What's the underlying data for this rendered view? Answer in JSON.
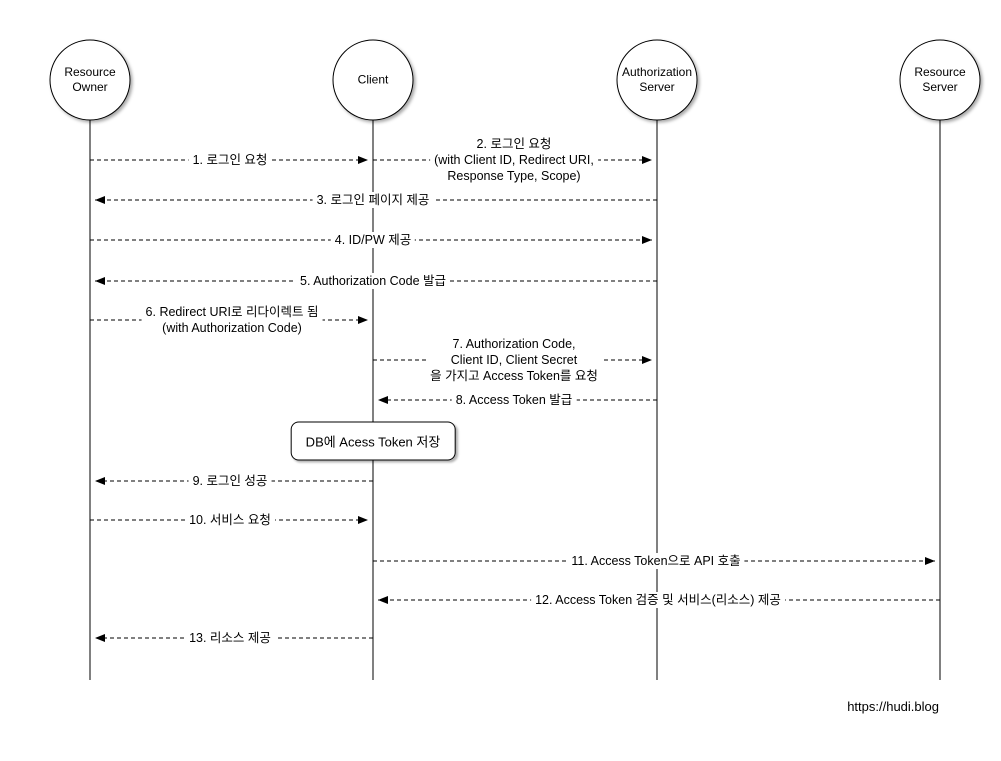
{
  "actors": [
    {
      "label": "Resource Owner"
    },
    {
      "label": "Client"
    },
    {
      "label": "Authorization Server"
    },
    {
      "label": "Resource Server"
    }
  ],
  "messages": [
    {
      "from": "Resource Owner",
      "to": "Client",
      "lines": [
        "1. 로그인 요청"
      ]
    },
    {
      "from": "Client",
      "to": "Authorization Server",
      "lines": [
        "2. 로그인 요청",
        "(with Client ID, Redirect URI,",
        "Response Type, Scope)"
      ]
    },
    {
      "from": "Authorization Server",
      "to": "Resource Owner",
      "lines": [
        "3. 로그인 페이지 제공"
      ]
    },
    {
      "from": "Resource Owner",
      "to": "Authorization Server",
      "lines": [
        "4. ID/PW 제공"
      ]
    },
    {
      "from": "Authorization Server",
      "to": "Resource Owner",
      "lines": [
        "5. Authorization Code 발급"
      ]
    },
    {
      "from": "Resource Owner",
      "to": "Client",
      "lines": [
        "6. Redirect URI로 리다이렉트 됨",
        "(with Authorization Code)"
      ]
    },
    {
      "from": "Client",
      "to": "Authorization Server",
      "lines": [
        "7. Authorization Code,",
        "Client ID, Client Secret",
        "을 가지고 Access Token를 요청"
      ]
    },
    {
      "from": "Authorization Server",
      "to": "Client",
      "lines": [
        "8. Access Token 발급"
      ]
    },
    {
      "from": "Client",
      "to": "Resource Owner",
      "lines": [
        "9. 로그인 성공"
      ]
    },
    {
      "from": "Resource Owner",
      "to": "Client",
      "lines": [
        "10. 서비스 요청"
      ]
    },
    {
      "from": "Client",
      "to": "Resource Server",
      "lines": [
        "11. Access Token으로 API 호출"
      ]
    },
    {
      "from": "Resource Server",
      "to": "Client",
      "lines": [
        "12. Access Token 검증 및 서비스(리소스) 제공"
      ]
    },
    {
      "from": "Client",
      "to": "Resource Owner",
      "lines": [
        "13. 리소스 제공"
      ]
    }
  ],
  "note": {
    "text": "DB에 Acess Token 저장"
  },
  "footer": {
    "text": "https://hudi.blog"
  },
  "colors": {
    "line": "#000000",
    "background": "#ffffff"
  }
}
